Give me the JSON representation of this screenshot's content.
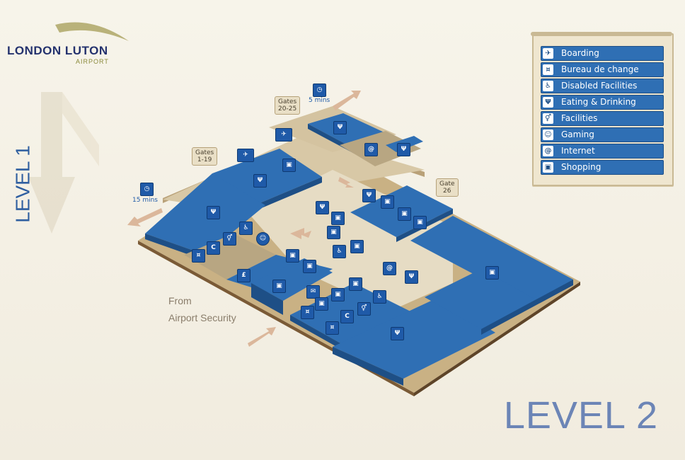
{
  "logo": {
    "name": "LONDON LUTON",
    "sub": "AIRPORT"
  },
  "level_left": "LEVEL 1",
  "level_right": "LEVEL 2",
  "from_label": {
    "line1": "From",
    "line2": "Airport Security"
  },
  "gates": [
    {
      "id": "gates-20-25",
      "line1": "Gates",
      "line2": "20-25"
    },
    {
      "id": "gates-1-19",
      "line1": "Gates",
      "line2": "1-19"
    },
    {
      "id": "gate-26",
      "line1": "Gate",
      "line2": "26"
    }
  ],
  "walk_times": [
    {
      "id": "walk-5",
      "text": "5 mins"
    },
    {
      "id": "walk-15",
      "text": "15 mins"
    }
  ],
  "legend": [
    {
      "icon": "boarding-icon",
      "glyph": "✈",
      "label": "Boarding"
    },
    {
      "icon": "bureau-de-change-icon",
      "glyph": "¤",
      "label": "Bureau de change"
    },
    {
      "icon": "disabled-facilities-icon",
      "glyph": "♿",
      "label": "Disabled Facilities"
    },
    {
      "icon": "eating-drinking-icon",
      "glyph": "Ψ",
      "label": "Eating & Drinking"
    },
    {
      "icon": "facilities-icon",
      "glyph": "⚥",
      "label": "Facilities"
    },
    {
      "icon": "gaming-icon",
      "glyph": "☺",
      "label": "Gaming"
    },
    {
      "icon": "internet-icon",
      "glyph": "@",
      "label": "Internet"
    },
    {
      "icon": "shopping-icon",
      "glyph": "▣",
      "label": "Shopping"
    }
  ],
  "colors": {
    "background": "#f5f1e6",
    "shop_blue": "#2f6fb4",
    "shop_blue_dark": "#1e4f86",
    "floor_tan": "#d8c8a6",
    "edge_brown": "#7a5a36",
    "level_text": "#6c85b6",
    "arrow": "#dbb79b"
  }
}
